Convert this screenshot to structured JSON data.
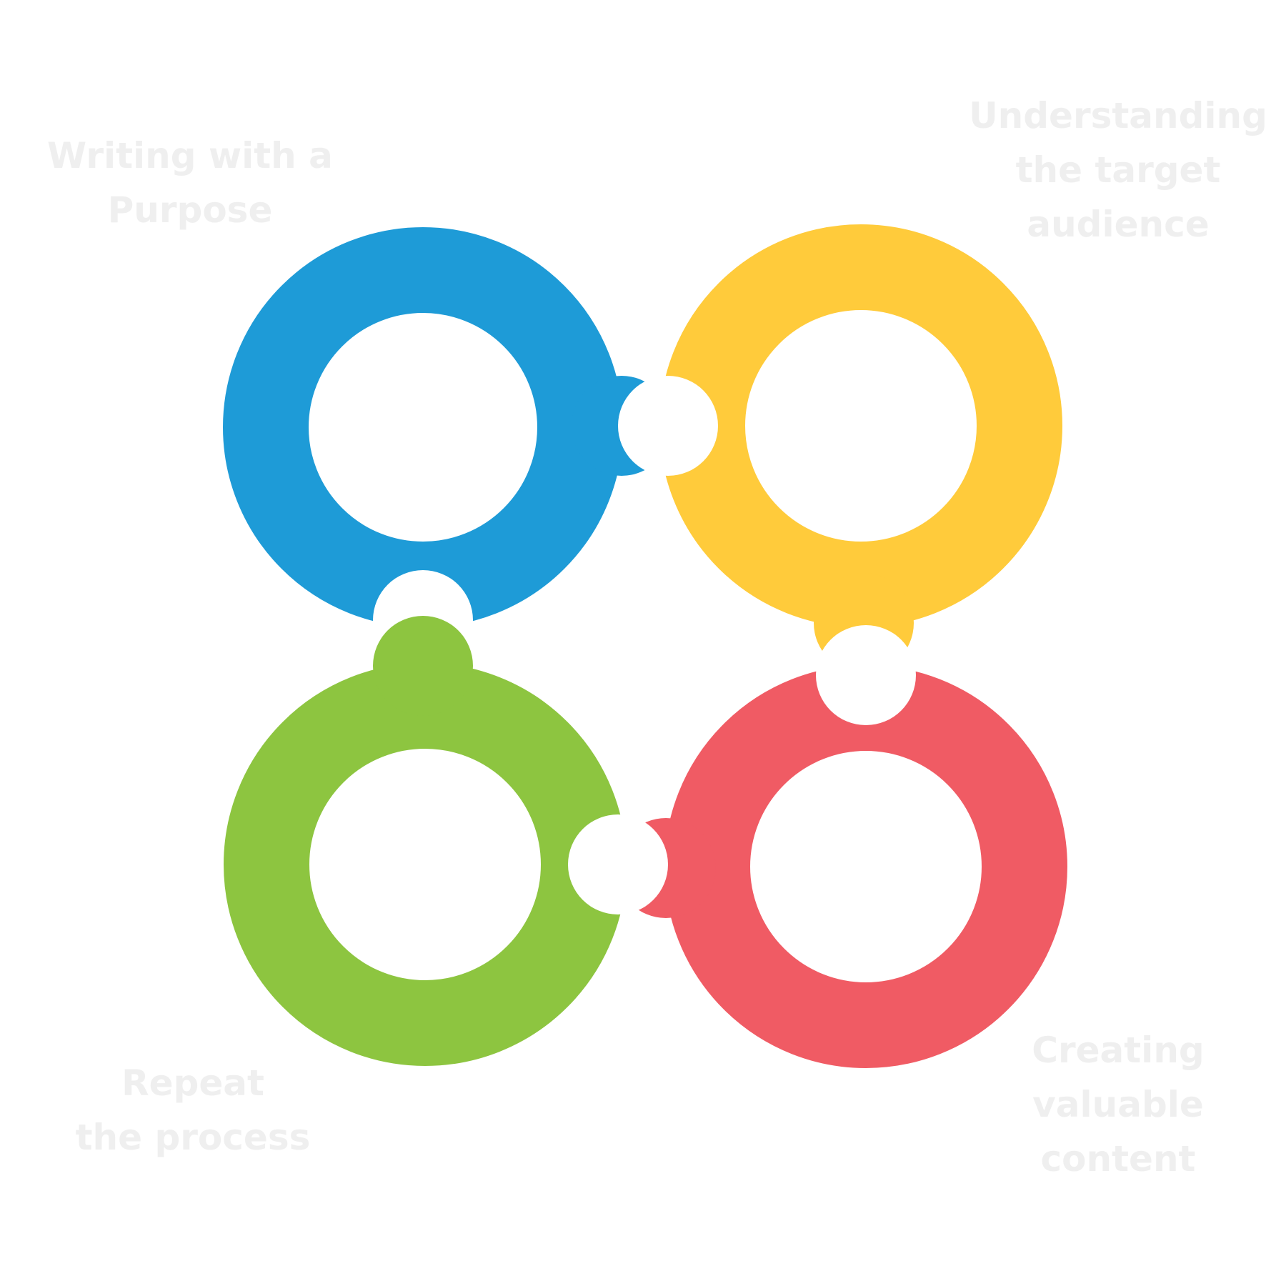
{
  "colors": {
    "background": "#ffffff",
    "icon": "#ffffff",
    "label": "#efefef"
  },
  "steps": [
    {
      "id": "writing",
      "color": "#1E9BD7",
      "icon": "hand-writing-icon",
      "label_lines": [
        "Writing with a",
        "Purpose"
      ]
    },
    {
      "id": "audience",
      "color": "#FFCB3B",
      "icon": "",
      "label_lines": [
        "Understanding",
        "the target",
        "audience"
      ]
    },
    {
      "id": "content",
      "color": "#F05B64",
      "icon": "hand-diamond-icon",
      "label_lines": [
        "Creating",
        "valuable",
        "content"
      ]
    },
    {
      "id": "repeat",
      "color": "#8DC540",
      "icon": "",
      "label_lines": [
        "Repeat",
        "the process"
      ]
    }
  ]
}
